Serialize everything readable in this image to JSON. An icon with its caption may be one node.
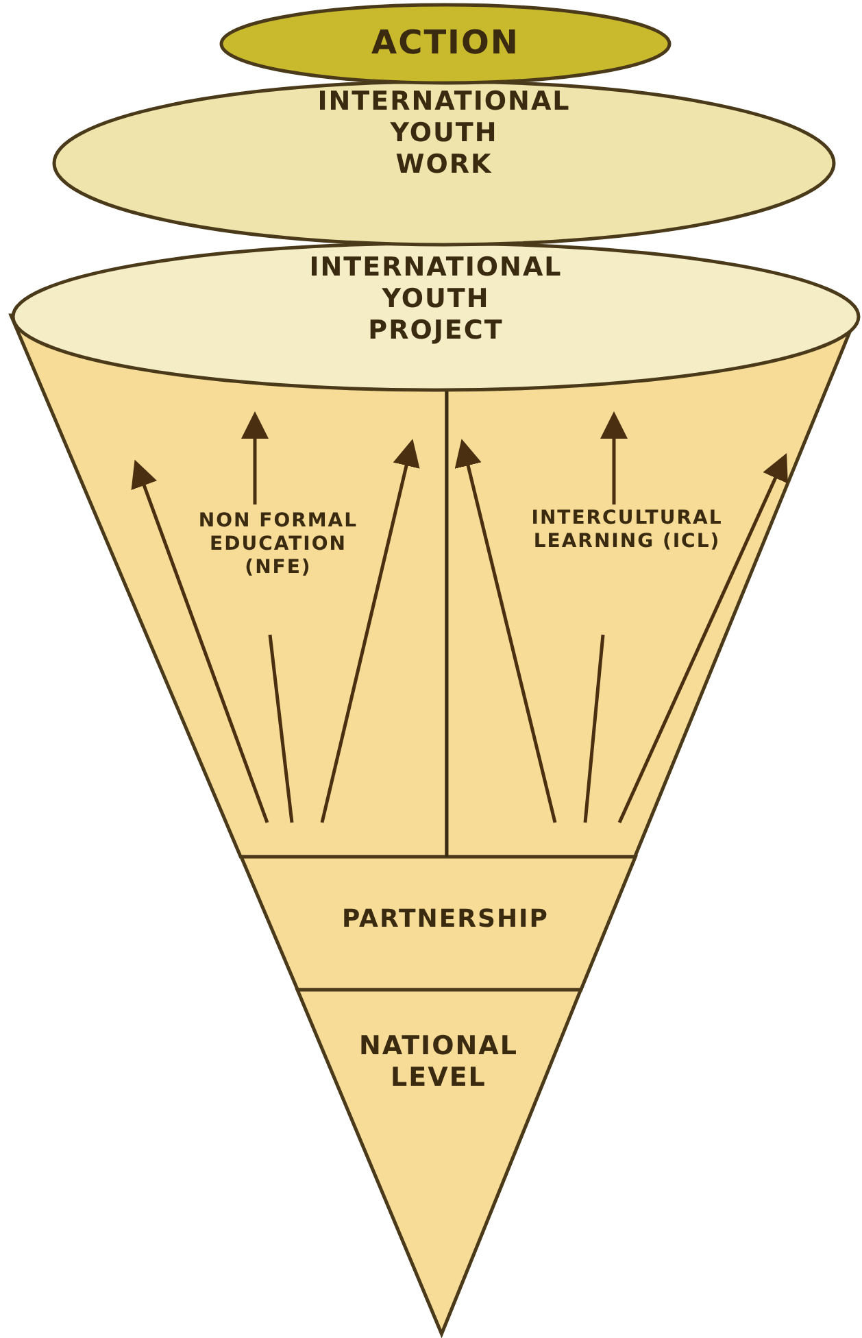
{
  "diagram": {
    "nodes": [
      {
        "text": [
          "ACTION"
        ]
      },
      {
        "text": [
          "INTERNATIONAL YOUTH WORK"
        ]
      },
      {
        "text": [
          "INTERNATIONAL YOUTH PROJECT"
        ]
      },
      {
        "text": [
          "NON FORMAL EDUCATION (NFE)"
        ]
      },
      {
        "text": [
          "INTERCULTURAL LEARNING (ICL)"
        ]
      },
      {
        "text": [
          "PARTNERSHIP"
        ]
      },
      {
        "text": [
          "NATIONAL LEVEL"
        ]
      }
    ]
  }
}
